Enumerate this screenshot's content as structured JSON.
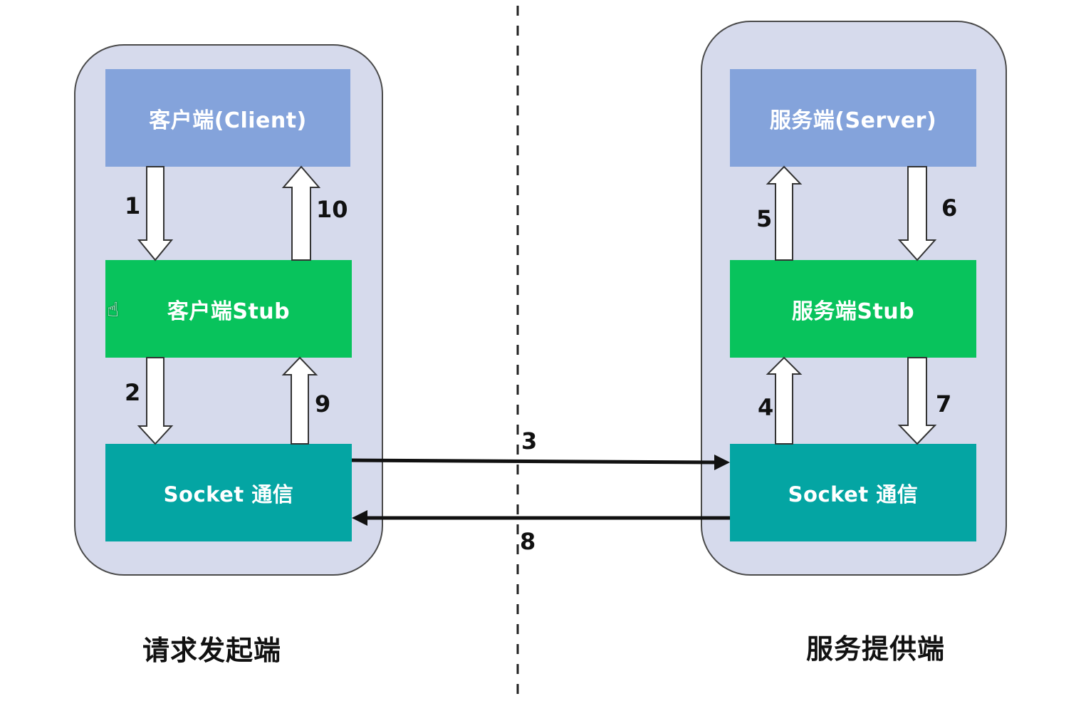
{
  "diagram": {
    "title": "RPC call flow",
    "colors": {
      "container_fill": "#d6daec",
      "app_box": "#84a3db",
      "stub_box": "#08c35c",
      "socket_box": "#04a5a3",
      "arrow_fill": "#ffffff",
      "line": "#111111"
    },
    "client_side": {
      "caption": "请求发起端",
      "app_label": "客户端(Client)",
      "stub_label": "客户端Stub",
      "socket_label": "Socket 通信"
    },
    "server_side": {
      "caption": "服务提供端",
      "app_label": "服务端(Server)",
      "stub_label": "服务端Stub",
      "socket_label": "Socket 通信"
    },
    "steps": [
      {
        "label": "1",
        "from": "客户端(Client)",
        "to": "客户端Stub",
        "direction": "down"
      },
      {
        "label": "2",
        "from": "客户端Stub",
        "to": "Socket 通信 (client)",
        "direction": "down"
      },
      {
        "label": "3",
        "from": "Socket 通信 (client)",
        "to": "Socket 通信 (server)",
        "direction": "right"
      },
      {
        "label": "4",
        "from": "Socket 通信 (server)",
        "to": "服务端Stub",
        "direction": "up"
      },
      {
        "label": "5",
        "from": "服务端Stub",
        "to": "服务端(Server)",
        "direction": "up"
      },
      {
        "label": "6",
        "from": "服务端(Server)",
        "to": "服务端Stub",
        "direction": "down"
      },
      {
        "label": "7",
        "from": "服务端Stub",
        "to": "Socket 通信 (server)",
        "direction": "down"
      },
      {
        "label": "8",
        "from": "Socket 通信 (server)",
        "to": "Socket 通信 (client)",
        "direction": "left"
      },
      {
        "label": "9",
        "from": "Socket 通信 (client)",
        "to": "客户端Stub",
        "direction": "up"
      },
      {
        "label": "10",
        "from": "客户端Stub",
        "to": "客户端(Client)",
        "direction": "up"
      }
    ],
    "cursor": "hand-pointer"
  }
}
